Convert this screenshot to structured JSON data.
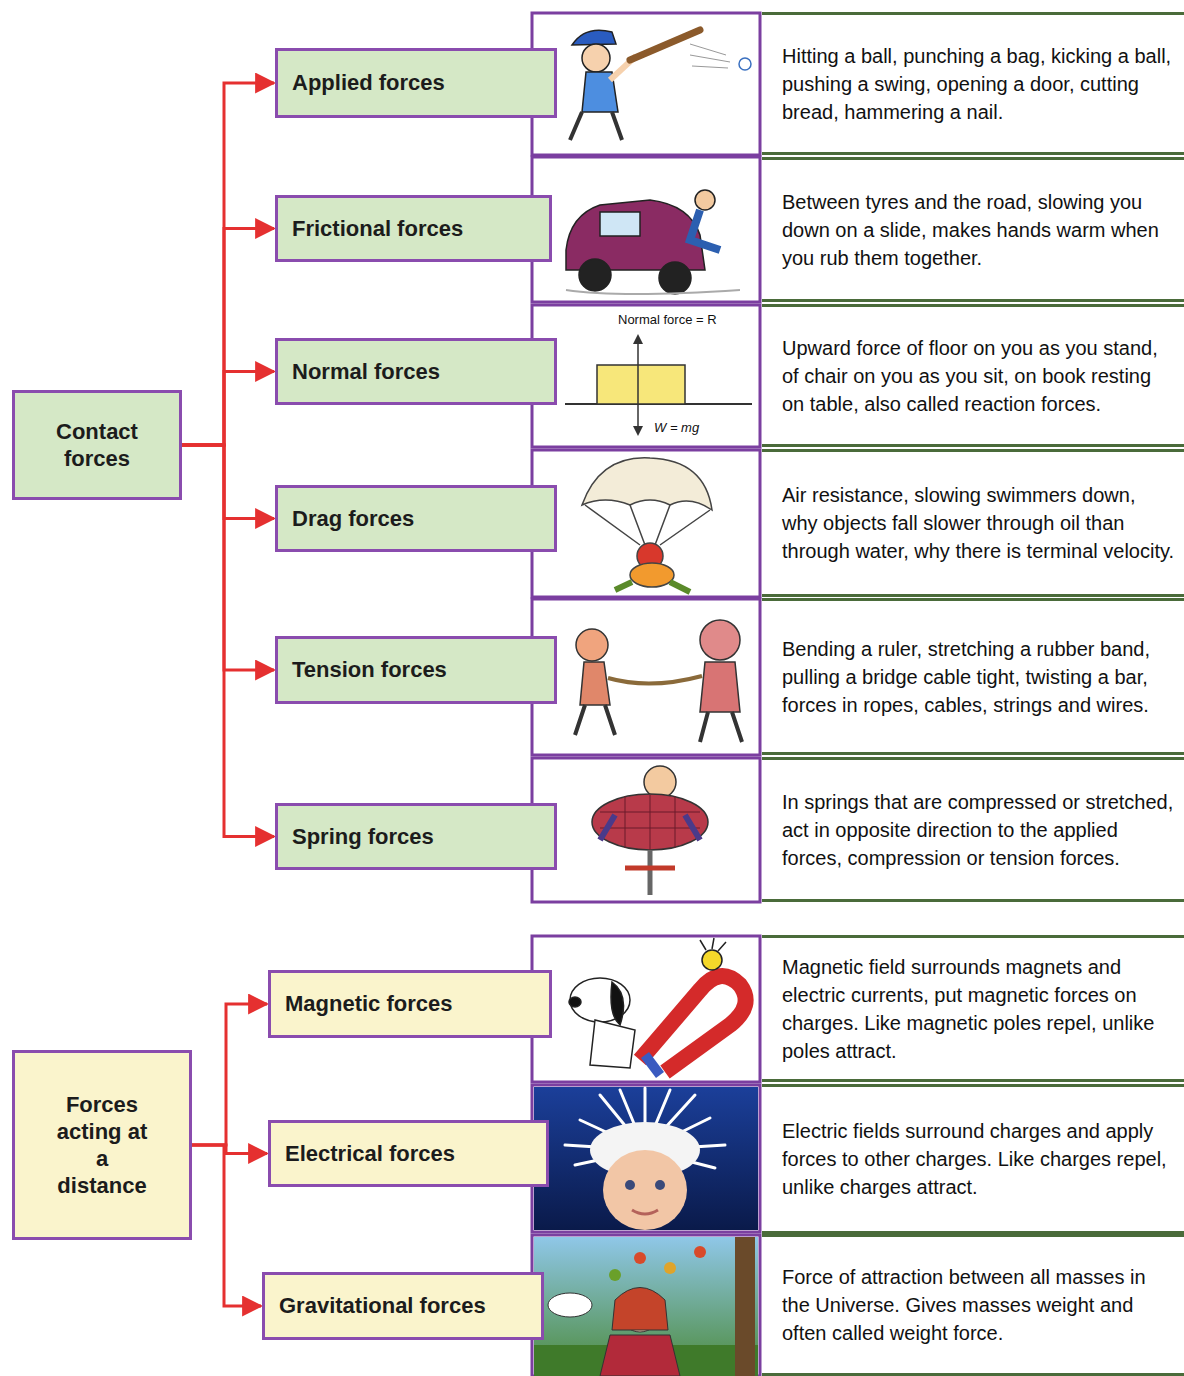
{
  "diagram": {
    "nodes": [
      {
        "text": [
          "Contact forces"
        ]
      },
      {
        "text": [
          "Applied forces"
        ]
      },
      {
        "text": [
          "Hitting a ball, punching a bag, kicking a ball, pushing a swing, opening a door, cutting bread, hammering a nail."
        ]
      },
      {
        "text": [
          "Frictional forces"
        ]
      },
      {
        "text": [
          "Between tyres and the road, slowing you down on a slide, makes hands warm when you rub them together."
        ]
      },
      {
        "text": [
          "Normal forces"
        ]
      },
      {
        "text": [
          "Upward force of floor on you as you stand, of chair on you as you sit, on book resting on table, also called reaction forces."
        ]
      },
      {
        "text": [
          "Drag forces"
        ]
      },
      {
        "text": [
          "Air resistance, slowing swimmers down, why objects fall slower through oil than through water, why there is terminal velocity."
        ]
      },
      {
        "text": [
          "Tension forces"
        ]
      },
      {
        "text": [
          "Bending a ruler, stretching a rubber band, pulling a bridge cable tight, twisting a bar, forces in ropes, cables, strings and wires."
        ]
      },
      {
        "text": [
          "Spring forces"
        ]
      },
      {
        "text": [
          "In springs that are compressed or stretched, act in opposite direction to the applied forces, compression or tension forces."
        ]
      },
      {
        "text": [
          "Forces acting at a distance"
        ]
      },
      {
        "text": [
          "Magnetic forces"
        ]
      },
      {
        "text": [
          "Magnetic field surrounds magnets and electric currents, put magnetic forces on charges. Like magnetic poles repel, unlike poles attract."
        ]
      },
      {
        "text": [
          "Electrical forces"
        ]
      },
      {
        "text": [
          "Electric fields surround charges and apply forces to other charges. Like charges repel, unlike charges attract."
        ]
      },
      {
        "text": [
          "Gravitational forces"
        ]
      },
      {
        "text": [
          "Force of attraction between all masses in the Universe. Gives masses weight and often called weight force."
        ]
      }
    ],
    "edges": [
      {
        "from": 0,
        "to": 1,
        "arrow": "to"
      },
      {
        "from": 0,
        "to": 3,
        "arrow": "to"
      },
      {
        "from": 0,
        "to": 5,
        "arrow": "to"
      },
      {
        "from": 0,
        "to": 7,
        "arrow": "to"
      },
      {
        "from": 0,
        "to": 9,
        "arrow": "to"
      },
      {
        "from": 0,
        "to": 11,
        "arrow": "to"
      },
      {
        "from": 13,
        "to": 14,
        "arrow": "to"
      },
      {
        "from": 13,
        "to": 16,
        "arrow": "to"
      },
      {
        "from": 13,
        "to": 18,
        "arrow": "to"
      }
    ],
    "labels": [
      "Normal force = R",
      "W = mg"
    ]
  }
}
